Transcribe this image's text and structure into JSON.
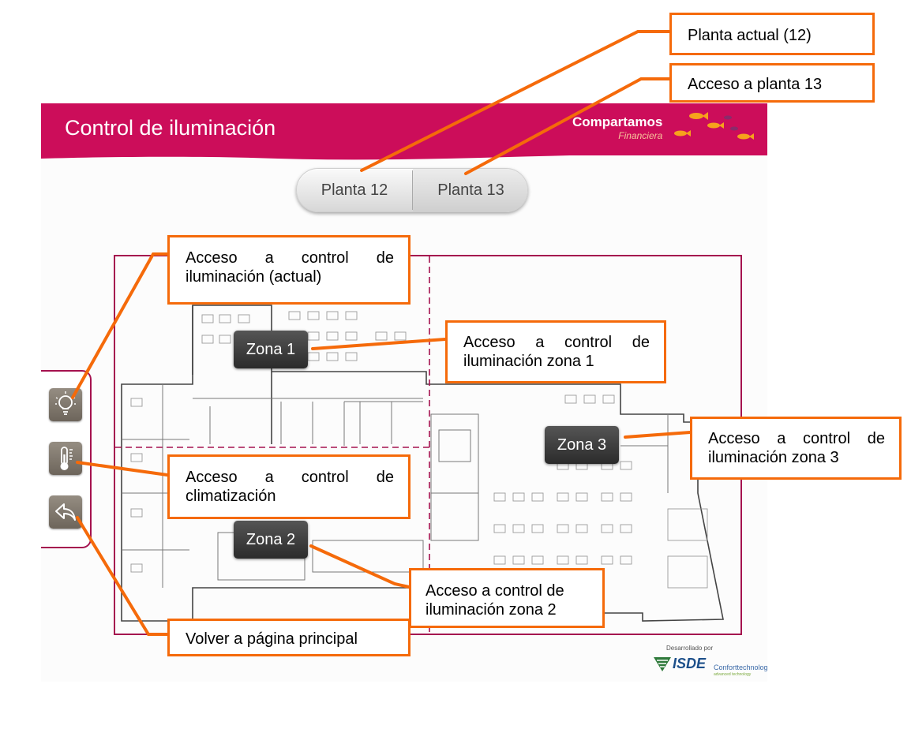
{
  "app": {
    "title": "Control de iluminación",
    "brand_name": "Compartamos",
    "brand_sub": "Financiera",
    "colors": {
      "header": "#cc0d5a",
      "callout_border": "#f56a0a",
      "zone_button": "#333333",
      "plan_border": "#a5124f"
    }
  },
  "floor_tabs": [
    {
      "label": "Planta 12",
      "selected": true
    },
    {
      "label": "Planta 13",
      "selected": false
    }
  ],
  "zones": [
    {
      "label": "Zona 1"
    },
    {
      "label": "Zona 2"
    },
    {
      "label": "Zona 3"
    }
  ],
  "side_nav": [
    {
      "icon": "lightbulb-icon",
      "action": "lighting"
    },
    {
      "icon": "thermometer-icon",
      "action": "climate"
    },
    {
      "icon": "back-arrow-icon",
      "action": "home"
    }
  ],
  "footer": {
    "developed_by": "Desarrollado por",
    "logo1": "ISDE",
    "logo2": "Conforttechnologies",
    "logo2_sub": "advanced technology"
  },
  "callouts": {
    "planta_actual": "Planta actual (12)",
    "acceso_planta_13": "Acceso a planta 13",
    "control_iluminacion_actual": "Acceso a control de iluminación (actual)",
    "zona1": "Acceso a control de iluminación zona 1",
    "zona3": "Acceso a control de iluminación zona 3",
    "climatizacion": "Acceso a control de climatización",
    "zona2": "Acceso a control de iluminación zona 2",
    "volver": "Volver a página principal"
  }
}
